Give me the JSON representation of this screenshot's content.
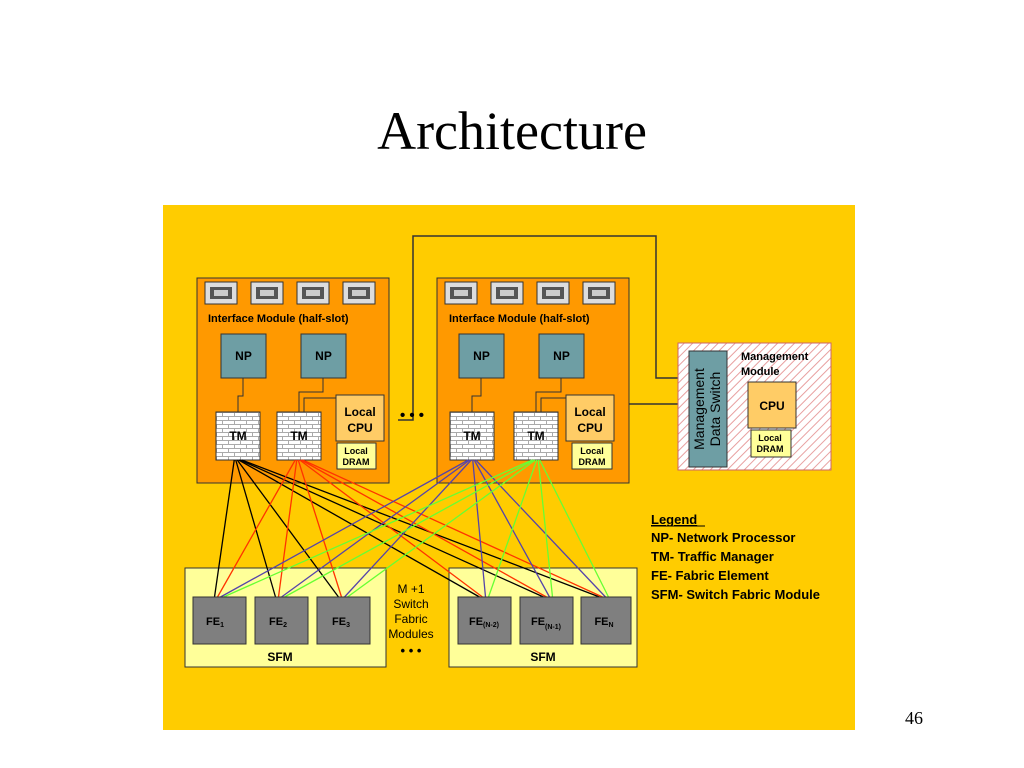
{
  "slide": {
    "title": "Architecture",
    "page_number": "46"
  },
  "interface_modules": [
    {
      "label": "Interface Module (half-slot)",
      "np_labels": [
        "NP",
        "NP"
      ],
      "tm_labels": [
        "TM",
        "TM"
      ],
      "cpu_label_1": "Local",
      "cpu_label_2": "CPU",
      "dram_label_1": "Local",
      "dram_label_2": "DRAM"
    },
    {
      "label": "Interface Module (half-slot)",
      "np_labels": [
        "NP",
        "NP"
      ],
      "tm_labels": [
        "TM",
        "TM"
      ],
      "cpu_label_1": "Local",
      "cpu_label_2": "CPU",
      "dram_label_1": "Local",
      "dram_label_2": "DRAM"
    }
  ],
  "ellipsis": "• • •",
  "management": {
    "module_label_1": "Management",
    "module_label_2": "Module",
    "switch_label_1": "Management",
    "switch_label_2": "Data Switch",
    "cpu_label": "CPU",
    "dram_label_1": "Local",
    "dram_label_2": "DRAM"
  },
  "sfms": [
    {
      "label": "SFM",
      "fes": [
        {
          "base": "FE",
          "sub": "1"
        },
        {
          "base": "FE",
          "sub": "2"
        },
        {
          "base": "FE",
          "sub": "3"
        }
      ]
    },
    {
      "label": "SFM",
      "fes": [
        {
          "base": "FE",
          "sub": "(N-2)"
        },
        {
          "base": "FE",
          "sub": "(N-1)"
        },
        {
          "base": "FE",
          "sub": "N"
        }
      ]
    }
  ],
  "middle_note": [
    "M +1",
    "Switch",
    "Fabric",
    "Modules"
  ],
  "legend": {
    "title": "Legend",
    "items": [
      "NP- Network Processor",
      "TM- Traffic Manager",
      "FE- Fabric Element",
      "SFM- Switch Fabric Module"
    ]
  },
  "colors": {
    "background": "#ffcc00",
    "module": "#ff9900",
    "np": "#6e9ea4",
    "cpu": "#ffcc66",
    "fe": "#7f7f7f",
    "sfm": "#ffff99",
    "line_black": "#000000",
    "line_red": "#ff3300",
    "line_purple": "#5544aa",
    "line_green": "#66ff33"
  }
}
